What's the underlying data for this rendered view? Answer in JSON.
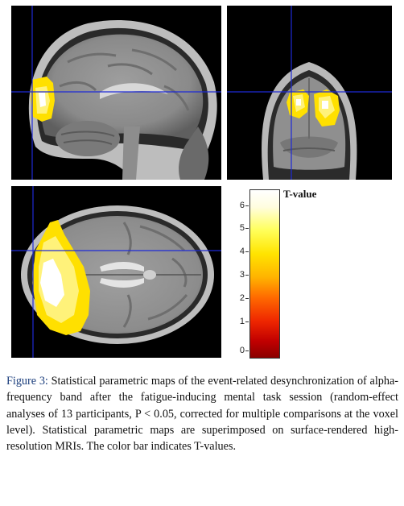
{
  "colorbar": {
    "title": "T-value",
    "ticks": [
      "6",
      "5",
      "4",
      "3",
      "2",
      "1",
      "0"
    ]
  },
  "caption": {
    "label": "Figure 3:",
    "text": "Statistical parametric maps of the event-related desynchronization of alpha-frequency band after the fatigue-inducing mental task session (random-effect analyses of 13 participants, P < 0.05, corrected for multiple comparisons at the voxel level). Statistical parametric maps are superimposed on surface-rendered high-resolution MRIs. The color bar indicates T-values."
  },
  "colors": {
    "crosshair": "#1e2ad6",
    "activation_core": "#ffffff",
    "activation_mid": "#fff27a",
    "activation_edge": "#ffe000"
  }
}
